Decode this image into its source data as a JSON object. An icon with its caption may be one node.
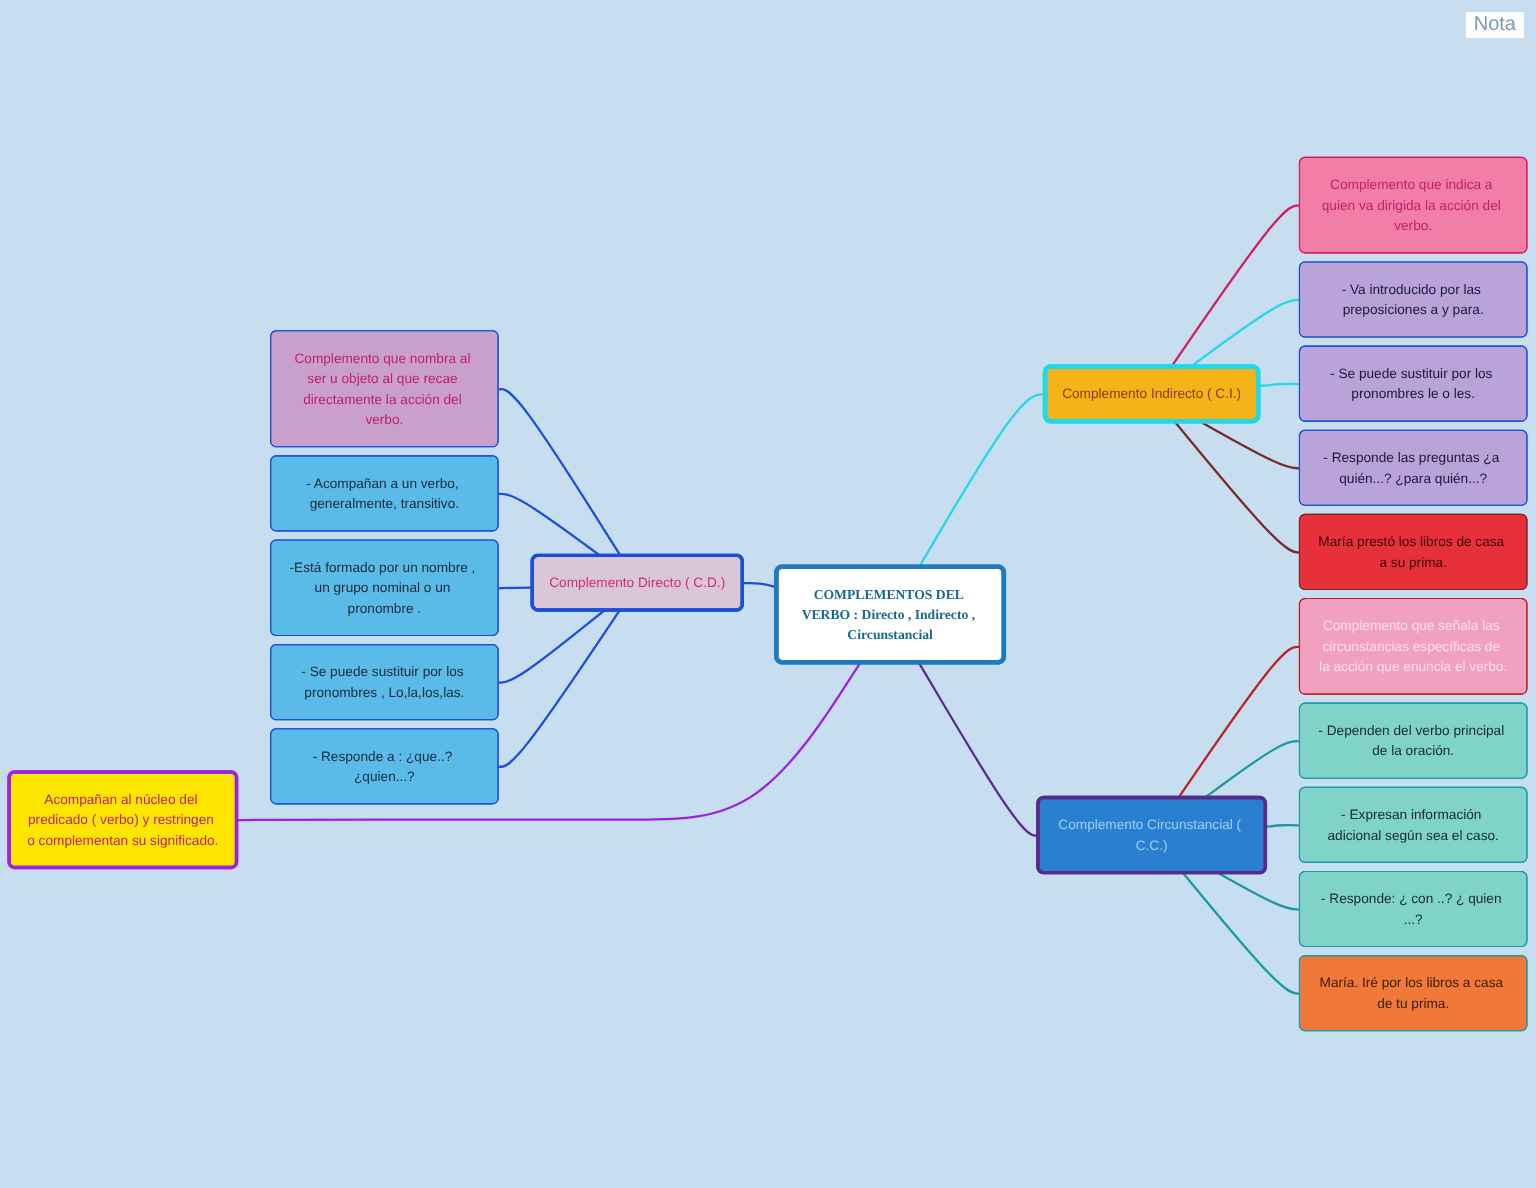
{
  "diagram": {
    "nodes": [
      {
        "text": [
          "COMPLEMENTOS DEL VERBO : Directo , Indirecto , Circunstancial"
        ]
      },
      {
        "text": [
          "Complemento Directo ( C.D.)"
        ]
      },
      {
        "text": [
          "Complemento que nombra al ser u objeto al que recae directamente la acción del verbo."
        ]
      },
      {
        "text": [
          "- Acompañan a un verbo, generalmente, transitivo."
        ]
      },
      {
        "text": [
          "-Está formado por un nombre , un grupo nominal o un pronombre ."
        ]
      },
      {
        "text": [
          "- Se puede sustituir por los pronombres , Lo,la,los,las."
        ]
      },
      {
        "text": [
          "- Responde a : ¿que..? ¿quien...?"
        ]
      },
      {
        "text": [
          "Acompañan al núcleo del predicado ( verbo) y restringen o complementan su significado."
        ]
      },
      {
        "text": [
          "Complemento Indirecto ( C.I.)"
        ]
      },
      {
        "text": [
          "Complemento que indica a quien va dirigida la acción del verbo."
        ]
      },
      {
        "text": [
          "- Va introducido por las preposiciones a y para."
        ]
      },
      {
        "text": [
          "- Se puede sustituir por los pronombres le o les."
        ]
      },
      {
        "text": [
          "- Responde las preguntas ¿a quién...? ¿para quién...?"
        ]
      },
      {
        "text": [
          "María prestó los libros de casa a su prima."
        ]
      },
      {
        "text": [
          "Complemento Circunstancial ( C.C.)"
        ]
      },
      {
        "text": [
          "Complemento que señala las circunstancias específicas de la acción que enuncia el verbo."
        ]
      },
      {
        "text": [
          "- Dependen del verbo principal de la oración."
        ]
      },
      {
        "text": [
          "- Expresan información adicional según sea el caso."
        ]
      },
      {
        "text": [
          "- Responde: ¿ con ..? ¿ quien ...?"
        ]
      },
      {
        "text": [
          "María. Iré por los libros a casa de tu prima."
        ]
      }
    ],
    "edges": [
      {
        "from": 1,
        "to": 0,
        "arrow": "none",
        "color": "#1a4fd6"
      },
      {
        "from": 2,
        "to": 1,
        "arrow": "none",
        "color": "#1a4fd6"
      },
      {
        "from": 3,
        "to": 1,
        "arrow": "none",
        "color": "#1a4fd6"
      },
      {
        "from": 4,
        "to": 1,
        "arrow": "none",
        "color": "#1a4fd6"
      },
      {
        "from": 5,
        "to": 1,
        "arrow": "none",
        "color": "#1a4fd6"
      },
      {
        "from": 6,
        "to": 1,
        "arrow": "none",
        "color": "#1a4fd6"
      },
      {
        "from": 7,
        "to": 0,
        "arrow": "none",
        "color": "#a020e0"
      },
      {
        "from": 0,
        "to": 8,
        "arrow": "none",
        "color": "#20d8e8"
      },
      {
        "from": 8,
        "to": 9,
        "arrow": "none",
        "color": "#d0205a"
      },
      {
        "from": 8,
        "to": 10,
        "arrow": "none",
        "color": "#20d8e8"
      },
      {
        "from": 8,
        "to": 11,
        "arrow": "none",
        "color": "#20d8e8"
      },
      {
        "from": 8,
        "to": 12,
        "arrow": "none",
        "color": "#7a2a2a"
      },
      {
        "from": 8,
        "to": 13,
        "arrow": "none",
        "color": "#7a2a2a"
      },
      {
        "from": 0,
        "to": 14,
        "arrow": "none",
        "color": "#5a2a8a"
      },
      {
        "from": 14,
        "to": 15,
        "arrow": "none",
        "color": "#c02020"
      },
      {
        "from": 14,
        "to": 16,
        "arrow": "none",
        "color": "#1a9aa0"
      },
      {
        "from": 14,
        "to": 17,
        "arrow": "none",
        "color": "#1a9aa0"
      },
      {
        "from": 14,
        "to": 18,
        "arrow": "none",
        "color": "#1a9aa0"
      },
      {
        "from": 14,
        "to": 19,
        "arrow": "none",
        "color": "#1a9aa0"
      }
    ],
    "labels": [
      "Nota"
    ]
  }
}
